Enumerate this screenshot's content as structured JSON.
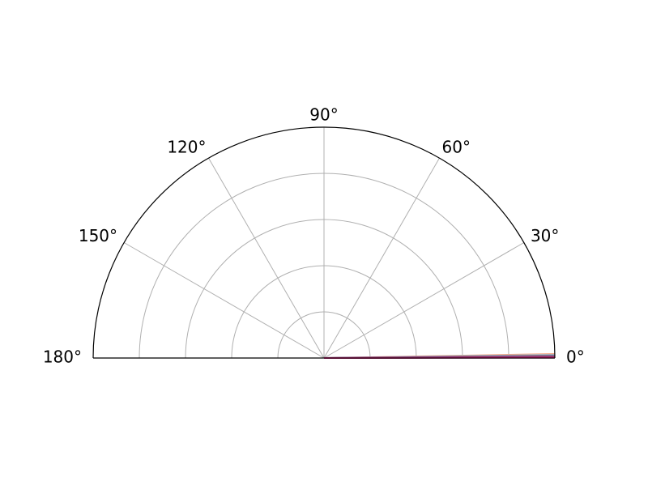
{
  "chart_data": {
    "type": "polar-line",
    "title": "",
    "projection": "polar",
    "theta_range_deg": [
      0,
      180
    ],
    "r_range": [
      0,
      1
    ],
    "grid": true,
    "radial_grid_values": [
      0.2,
      0.4,
      0.6,
      0.8
    ],
    "theta_ticks_deg": [
      0,
      30,
      60,
      90,
      120,
      150,
      180
    ],
    "theta_tick_labels": [
      "0°",
      "30°",
      "60°",
      "90°",
      "120°",
      "150°",
      "180°"
    ],
    "series_style": "radial lines from origin, one per series, at very small angles",
    "series": [
      {
        "theta_deg": 1.0,
        "r": 1.0,
        "color": "#f4a582"
      },
      {
        "theta_deg": 0.8,
        "r": 1.0,
        "color": "#92c5de"
      },
      {
        "theta_deg": 0.65,
        "r": 1.0,
        "color": "#d6604d"
      },
      {
        "theta_deg": 0.5,
        "r": 1.0,
        "color": "#4393c3"
      },
      {
        "theta_deg": 0.35,
        "r": 1.0,
        "color": "#5e3c99"
      },
      {
        "theta_deg": 0.2,
        "r": 1.0,
        "color": "#b2182b"
      },
      {
        "theta_deg": 0.08,
        "r": 1.0,
        "color": "#e7298a"
      }
    ],
    "colors": {
      "grid": "#b0b0b0",
      "frame": "#000000",
      "text": "#000000"
    }
  }
}
